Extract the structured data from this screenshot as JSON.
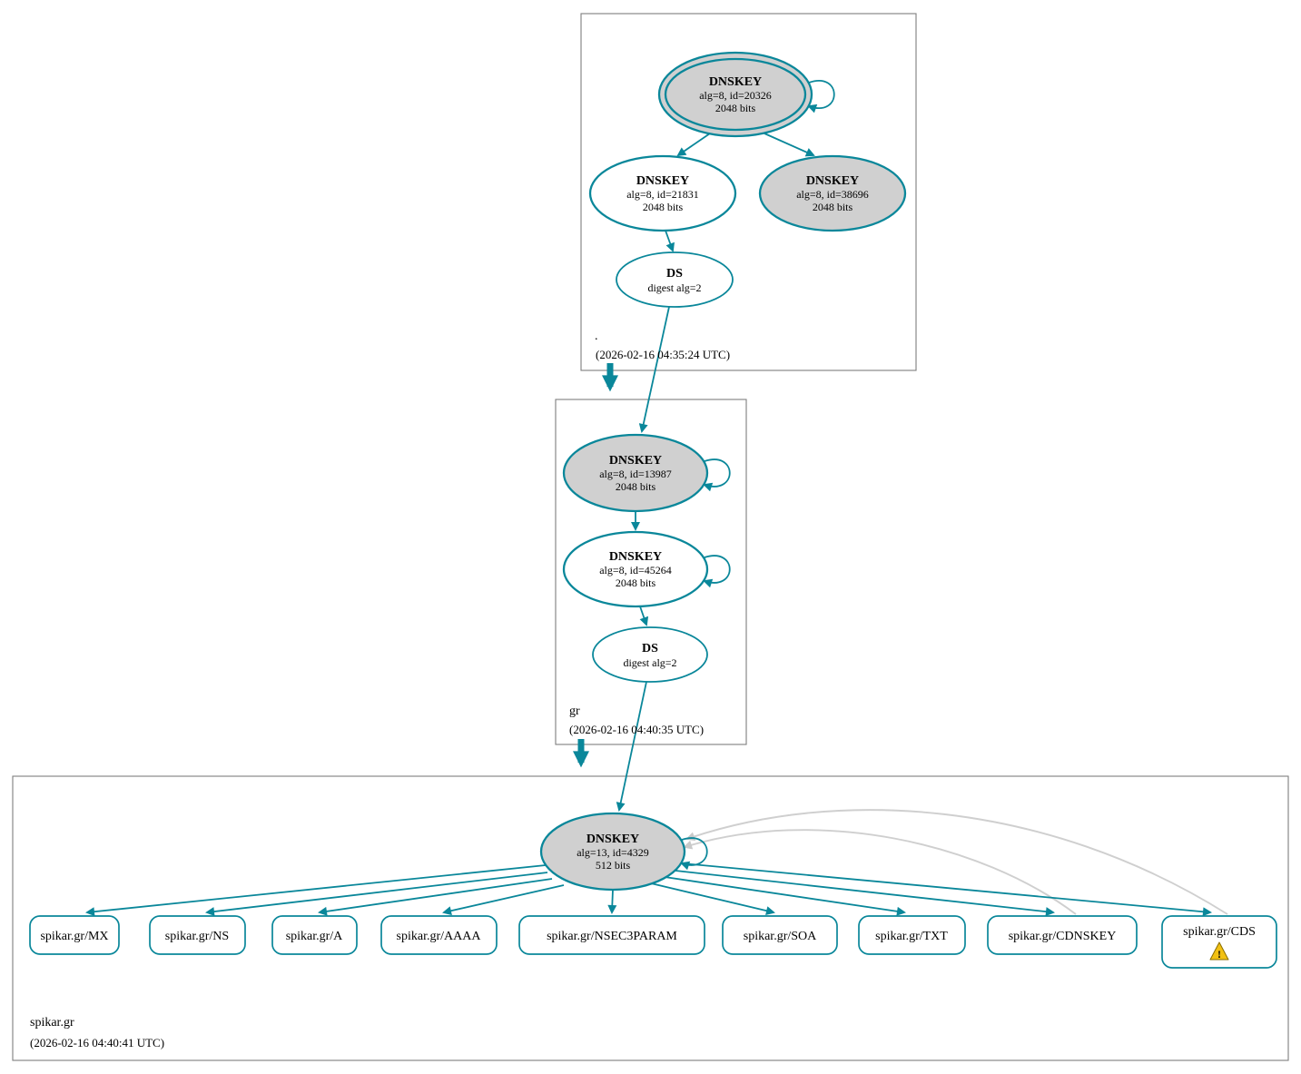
{
  "diagram": {
    "kind": "dnssec-authentication-chain"
  },
  "colors": {
    "secure_edge": "#0a879a",
    "ksk_fill": "#d0d0d0",
    "gray_edge": "#cfcfcf",
    "warning_fill": "#f2c113"
  },
  "zones": {
    "root": {
      "label": ".",
      "timestamp": "(2026-02-16 04:35:24 UTC)",
      "ksk": {
        "title": "DNSKEY",
        "detail": "alg=8, id=20326",
        "bits": "2048 bits"
      },
      "zsk": {
        "title": "DNSKEY",
        "detail": "alg=8, id=21831",
        "bits": "2048 bits"
      },
      "ksk2": {
        "title": "DNSKEY",
        "detail": "alg=8, id=38696",
        "bits": "2048 bits"
      },
      "ds": {
        "title": "DS",
        "detail": "digest alg=2"
      }
    },
    "gr": {
      "label": "gr",
      "timestamp": "(2026-02-16 04:40:35 UTC)",
      "ksk": {
        "title": "DNSKEY",
        "detail": "alg=8, id=13987",
        "bits": "2048 bits"
      },
      "zsk": {
        "title": "DNSKEY",
        "detail": "alg=8, id=45264",
        "bits": "2048 bits"
      },
      "ds": {
        "title": "DS",
        "detail": "digest alg=2"
      }
    },
    "spikar_gr": {
      "label": "spikar.gr",
      "timestamp": "(2026-02-16 04:40:41 UTC)",
      "ksk": {
        "title": "DNSKEY",
        "detail": "alg=13, id=4329",
        "bits": "512 bits"
      },
      "rrsets": [
        {
          "label": "spikar.gr/MX"
        },
        {
          "label": "spikar.gr/NS"
        },
        {
          "label": "spikar.gr/A"
        },
        {
          "label": "spikar.gr/AAAA"
        },
        {
          "label": "spikar.gr/NSEC3PARAM"
        },
        {
          "label": "spikar.gr/SOA"
        },
        {
          "label": "spikar.gr/TXT"
        },
        {
          "label": "spikar.gr/CDNSKEY"
        },
        {
          "label": "spikar.gr/CDS",
          "warning": "!"
        }
      ]
    }
  }
}
